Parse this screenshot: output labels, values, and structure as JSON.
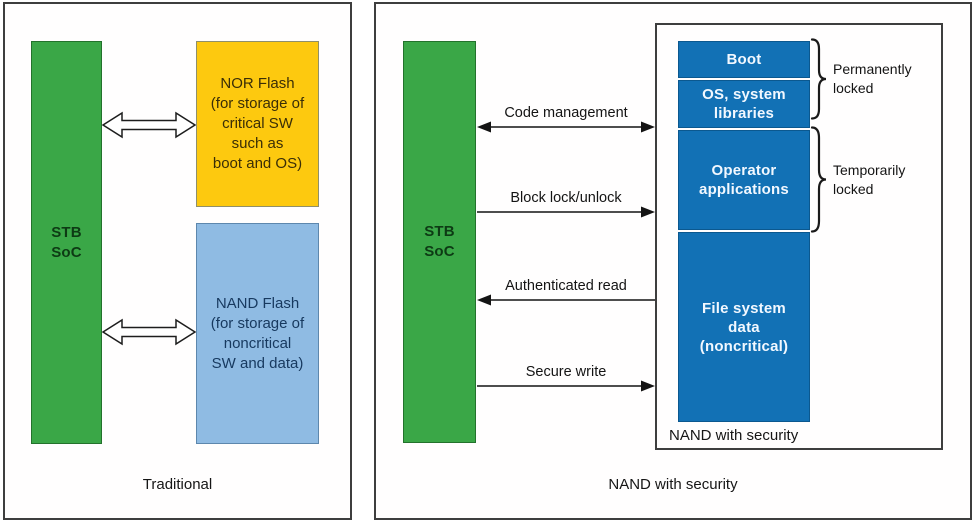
{
  "colors": {
    "soc_green": "#3aa747",
    "nor_yellow": "#fdc90f",
    "nand_light_blue": "#8fbbe3",
    "secure_nand_blue": "#1271b5",
    "border_dark": "#3e3e3e"
  },
  "left_panel": {
    "caption": "Traditional",
    "soc_chip": {
      "line1": "STB",
      "line2": "SoC"
    },
    "nor_flash": {
      "line1": "NOR Flash",
      "line2": "(for storage of",
      "line3": "critical SW",
      "line4": "such as",
      "line5": "boot and OS)"
    },
    "nand_flash": {
      "line1": "NAND Flash",
      "line2": "(for storage of",
      "line3": "noncritical",
      "line4": "SW and data)"
    }
  },
  "right_panel": {
    "caption": "NAND with security",
    "soc_chip": {
      "line1": "STB",
      "line2": "SoC"
    },
    "nand_box_label": "NAND with security",
    "memory_sections": {
      "boot": "Boot",
      "os": {
        "line1": "OS, system",
        "line2": "libraries"
      },
      "operator": {
        "line1": "Operator",
        "line2": "applications"
      },
      "file_system": {
        "line1": "File system",
        "line2": "data",
        "line3": "(noncritical)"
      }
    },
    "lock_annotations": {
      "permanent": {
        "line1": "Permanently",
        "line2": "locked"
      },
      "temporary": {
        "line1": "Temporarily",
        "line2": "locked"
      }
    },
    "arrows": [
      {
        "label": "Code management",
        "direction": "both"
      },
      {
        "label": "Block lock/unlock",
        "direction": "right"
      },
      {
        "label": "Authenticated read",
        "direction": "left"
      },
      {
        "label": "Secure write",
        "direction": "right"
      }
    ]
  }
}
